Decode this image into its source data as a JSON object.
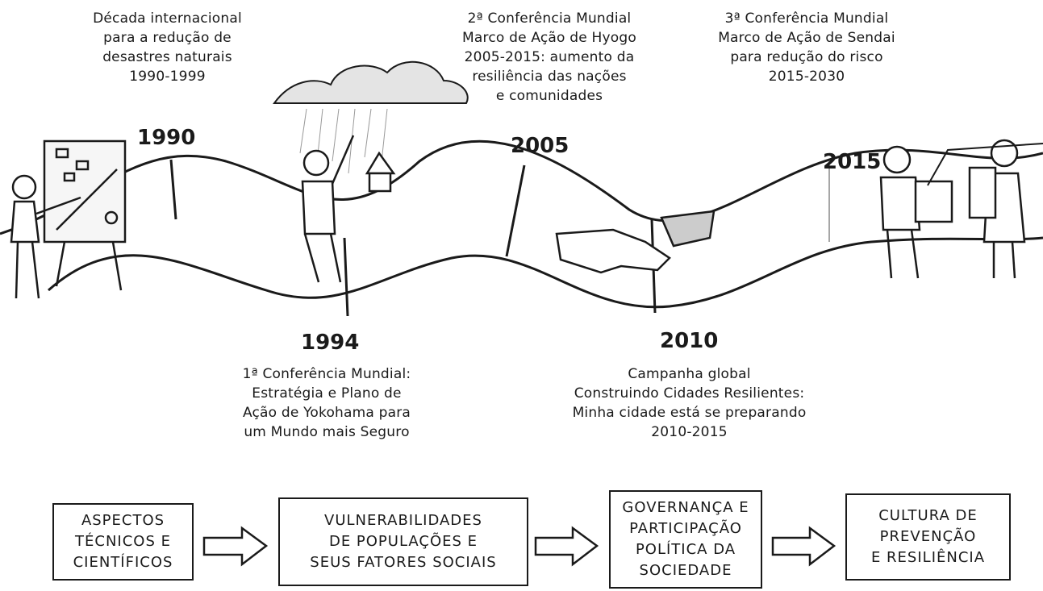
{
  "timeline": [
    {
      "year": "1990",
      "text": "Década internacional\npara a redução de\ndesastres naturais\n1990-1999"
    },
    {
      "year": "1994",
      "text": "1ª Conferência Mundial:\nEstratégia e Plano de\nAção de Yokohama para\num Mundo mais Seguro"
    },
    {
      "year": "2005",
      "text": "2ª Conferência Mundial\nMarco de Ação de Hyogo\n2005-2015: aumento da\nresiliência das nações\ne comunidades"
    },
    {
      "year": "2010",
      "text": "Campanha global\nConstruindo Cidades Resilientes:\nMinha cidade está se preparando\n2010-2015"
    },
    {
      "year": "2015",
      "text": "3ª Conferência Mundial\nMarco de Ação de Sendai\npara redução do risco\n2015-2030"
    }
  ],
  "flow": [
    "ASPECTOS\nTÉCNICOS E\nCIENTÍFICOS",
    "VULNERABILIDADES\nDE POPULAÇÕES E\nSEUS FATORES SOCIAIS",
    "GOVERNANÇA E\nPARTICIPAÇÃO\nPOLÍTICA DA\nSOCIEDADE",
    "CULTURA DE\nPREVENÇÃO\nE RESILIÊNCIA"
  ],
  "illustrations": [
    "presenter-at-flipchart",
    "man-in-rain-cloud",
    "handshake",
    "people-with-puzzle-pieces"
  ]
}
